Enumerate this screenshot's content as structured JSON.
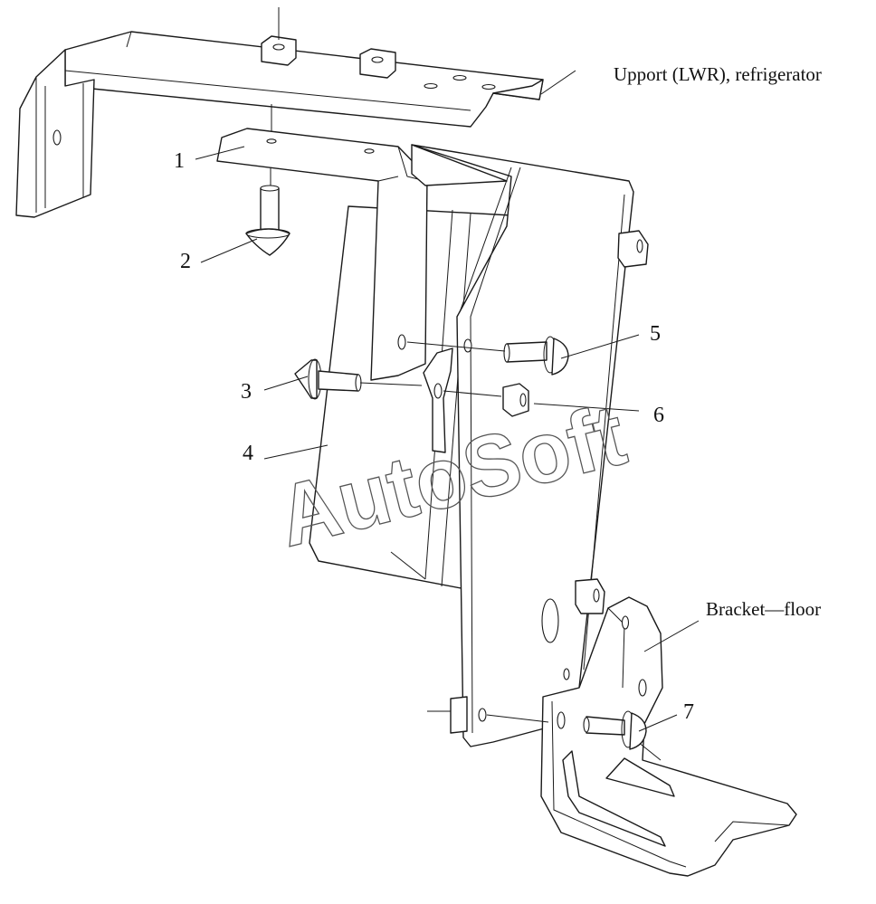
{
  "diagram": {
    "callouts": [
      {
        "id": "c1",
        "number": "1"
      },
      {
        "id": "c2",
        "number": "2"
      },
      {
        "id": "c3",
        "number": "3"
      },
      {
        "id": "c4",
        "number": "4"
      },
      {
        "id": "c5",
        "number": "5"
      },
      {
        "id": "c6",
        "number": "6"
      },
      {
        "id": "c7",
        "number": "7"
      }
    ],
    "labels": {
      "support_upper": "Upport (LWR), refrigerator",
      "bracket_floor": "Bracket—floor"
    },
    "watermark": "AutoSoft"
  }
}
